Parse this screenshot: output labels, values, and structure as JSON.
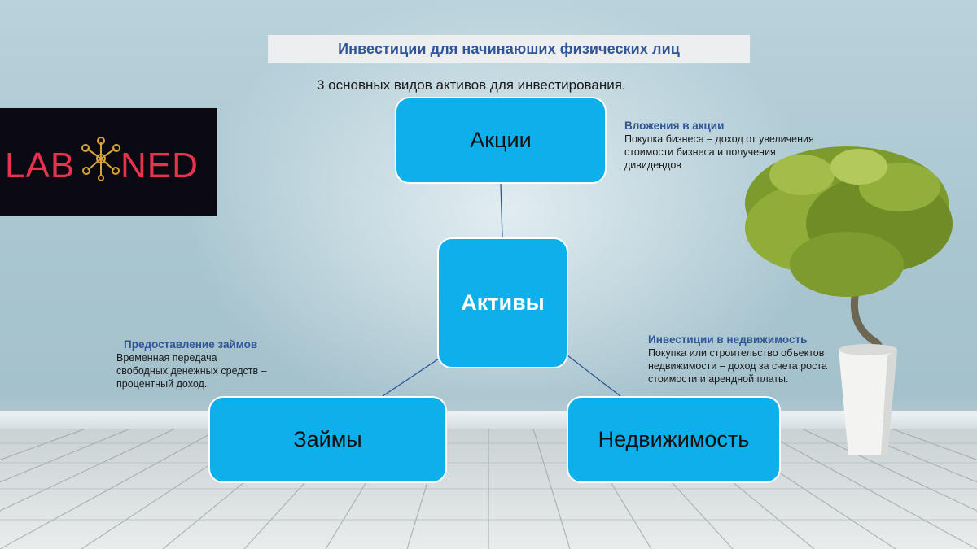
{
  "title": "Инвестиции для начинаюших физических лиц",
  "subtitle": "3 основных видов активов для инвестирования.",
  "logo": {
    "left_text": "LAB",
    "right_text": "NED",
    "brand_color": "#e8324f",
    "icon": "molecule-icon"
  },
  "nodes": {
    "center": "Активы",
    "top": "Акции",
    "bottom_left": "Займы",
    "bottom_right": "Недвижимость"
  },
  "notes": {
    "akcii": {
      "heading": "Вложения  в акции",
      "lines": [
        "Покупка бизнеса – доход от увеличения",
        "стоимости бизнеса и получения",
        "дивидендов"
      ]
    },
    "zaimy": {
      "heading": "Предоставление  займов",
      "lines": [
        "Временная передача",
        "свободных денежных средств –",
        "процентный доход."
      ]
    },
    "nedv": {
      "heading": "Инвестиции  в недвижимость",
      "lines": [
        "Покупка или строительство объектов",
        "недвижимости – доход за счета роста",
        "стоимости и арендной платы."
      ]
    }
  },
  "colors": {
    "box_fill": "#0db0ea",
    "heading_blue": "#2f5597",
    "connector": "#2f5597"
  }
}
